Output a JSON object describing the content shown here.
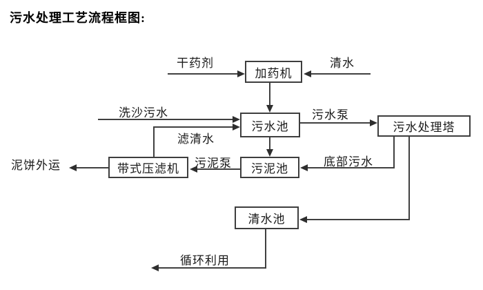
{
  "title": "污水处理工艺流程框图:",
  "colors": {
    "background": "#ffffff",
    "line": "#3f3f3f",
    "box_border": "#3d3d3d",
    "text": "#1a1a1a"
  },
  "nodes": {
    "dosing_machine": "加药机",
    "sewage_pool": "污水池",
    "treatment_tower": "污水处理塔",
    "sludge_pool": "污泥池",
    "belt_filter_press": "带式压滤机",
    "clear_water_pool": "清水池"
  },
  "edges": [
    {
      "id": "dry-chemical",
      "label": "干药剂",
      "from": "external",
      "to": "dosing_machine"
    },
    {
      "id": "clear-water-in",
      "label": "清水",
      "from": "external",
      "to": "dosing_machine"
    },
    {
      "id": "dosing-to-sewage",
      "label": "",
      "from": "dosing_machine",
      "to": "sewage_pool"
    },
    {
      "id": "sand-washing",
      "label": "洗沙污水",
      "from": "external",
      "to": "sewage_pool"
    },
    {
      "id": "filtered-water",
      "label": "滤清水",
      "from": "belt_filter_press",
      "to": "sewage_pool"
    },
    {
      "id": "sewage-pump",
      "label": "污水泵",
      "from": "sewage_pool",
      "to": "treatment_tower"
    },
    {
      "id": "sewage-to-sludge",
      "label": "",
      "from": "sewage_pool",
      "to": "sludge_pool"
    },
    {
      "id": "bottom-sewage",
      "label": "底部污水",
      "from": "treatment_tower",
      "to": "sludge_pool"
    },
    {
      "id": "sludge-pump",
      "label": "污泥泵",
      "from": "sludge_pool",
      "to": "belt_filter_press"
    },
    {
      "id": "mud-cake-out",
      "label": "泥饼外运",
      "from": "belt_filter_press",
      "to": "external"
    },
    {
      "id": "tower-to-clear",
      "label": "",
      "from": "treatment_tower",
      "to": "clear_water_pool"
    },
    {
      "id": "recycle",
      "label": "循环利用",
      "from": "clear_water_pool",
      "to": "external"
    }
  ]
}
